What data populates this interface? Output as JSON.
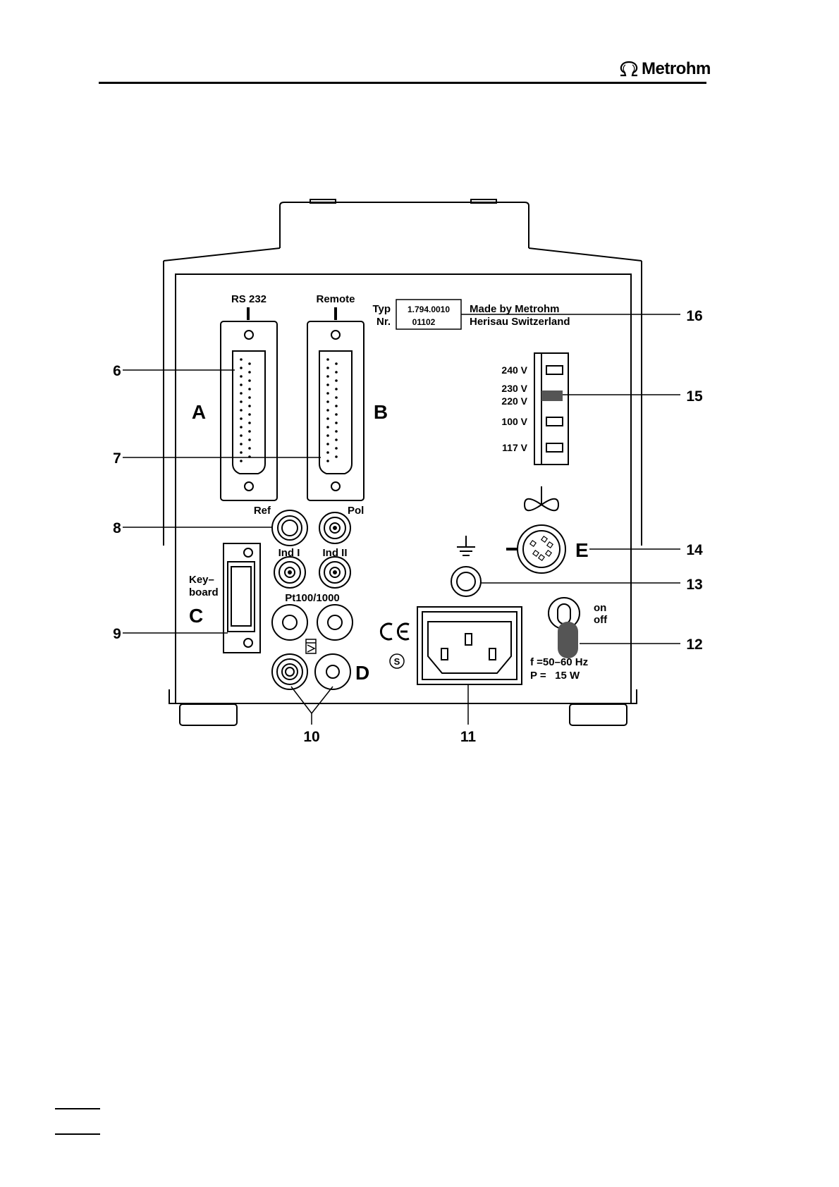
{
  "header": {
    "brand": "Metrohm"
  },
  "diagram": {
    "connectors": {
      "rs232": "RS 232",
      "remote": "Remote",
      "socket_a": "A",
      "socket_b": "B",
      "socket_c": "C",
      "socket_d": "D",
      "socket_e": "E",
      "ref": "Ref",
      "pol": "Pol",
      "ind1": "Ind I",
      "ind2": "Ind II",
      "pt100": "Pt100/1000",
      "keyboard_line1": "Key–",
      "keyboard_line2": "board",
      "on": "on",
      "off": "off",
      "frequency": "f =50–60 Hz",
      "power": "P =   15 W",
      "ce_mark": "CE",
      "s_mark": "S"
    },
    "nameplate": {
      "typ_label": "Typ",
      "nr_label": "Nr.",
      "typ_value": "1.794.0010",
      "nr_value": "01102",
      "maker_line1": "Made by Metrohm",
      "maker_line2": "Herisau Switzerland"
    },
    "voltages": [
      "240 V",
      "230 V",
      "220 V",
      "100 V",
      "117 V"
    ],
    "callouts": {
      "c6": "6",
      "c7": "7",
      "c8": "8",
      "c9": "9",
      "c10": "10",
      "c11": "11",
      "c12": "12",
      "c13": "13",
      "c14": "14",
      "c15": "15",
      "c16": "16"
    }
  },
  "icons": [
    "omega-logo-icon",
    "ground-icon",
    "stirrer-icon",
    "ce-mark-icon",
    "s-mark-icon",
    "temperature-sensor-icon"
  ]
}
